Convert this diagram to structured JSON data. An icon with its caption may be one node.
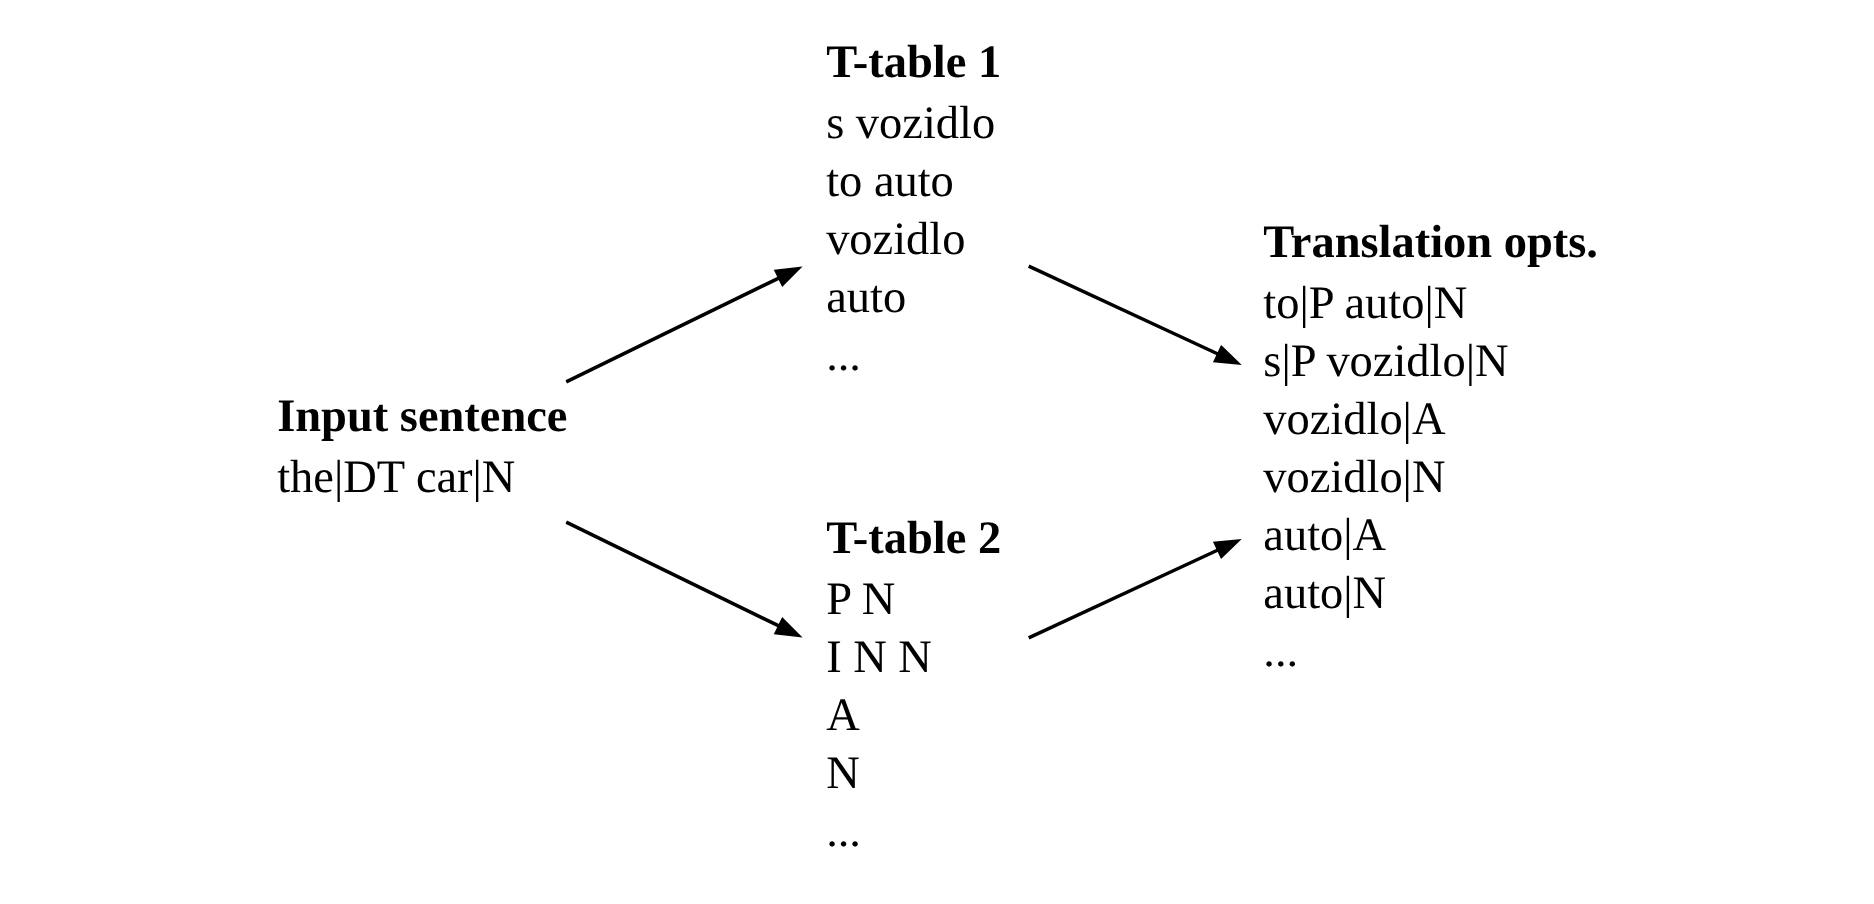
{
  "diagram": {
    "nodes": [
      {
        "text": [
          "Input sentence",
          "the|DT car|N"
        ]
      },
      {
        "text": [
          "T-table 1",
          "s vozidlo",
          "to auto",
          "vozidlo",
          "auto",
          "..."
        ]
      },
      {
        "text": [
          "T-table 2",
          "P N",
          "I N N",
          "A",
          "N",
          "..."
        ]
      },
      {
        "text": [
          "Translation opts.",
          "to|P auto|N",
          "s|P vozidlo|N",
          "vozidlo|A",
          "vozidlo|N",
          "auto|A",
          "auto|N",
          "..."
        ]
      }
    ],
    "edges": [
      {
        "from": 0,
        "to": 1,
        "arrow": "to"
      },
      {
        "from": 0,
        "to": 2,
        "arrow": "to"
      },
      {
        "from": 1,
        "to": 3,
        "arrow": "to"
      },
      {
        "from": 2,
        "to": 3,
        "arrow": "to"
      }
    ]
  }
}
